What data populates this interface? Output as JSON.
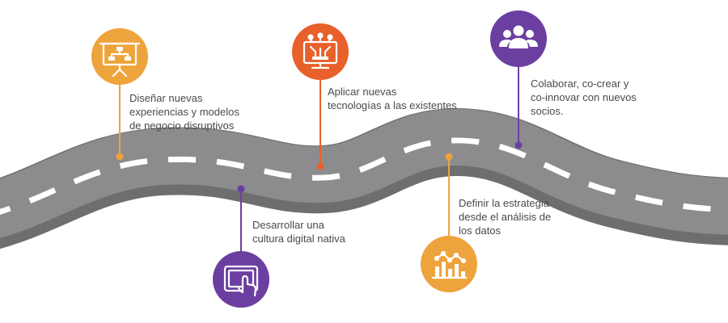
{
  "colors": {
    "orange": "#eea43c",
    "orange_red": "#e8602a",
    "purple": "#6b3fa0",
    "road": "#8c8c8e",
    "road_edge": "#6e6e70",
    "lane_mark": "#ffffff"
  },
  "milestones": [
    {
      "id": "1",
      "text": "Diseñar nuevas\nexperiencias y modelos\nde negocio disruptivos",
      "color": "orange",
      "icon": "presentation-flowchart-icon"
    },
    {
      "id": "2",
      "text": "Desarrollar una\ncultura digital nativa",
      "color": "purple",
      "icon": "touch-tablet-icon"
    },
    {
      "id": "3",
      "text": "Aplicar nuevas\ntecnologías a las existentes",
      "color": "orange_red",
      "icon": "circuit-monitor-icon"
    },
    {
      "id": "4",
      "text": "Definir la estrategia\ndesde el análisis de\nlos datos",
      "color": "orange",
      "icon": "analytics-chart-icon"
    },
    {
      "id": "5",
      "text": "Colaborar, co-crear y\nco-innovar con nuevos\nsocios.",
      "color": "purple",
      "icon": "team-group-icon"
    }
  ]
}
